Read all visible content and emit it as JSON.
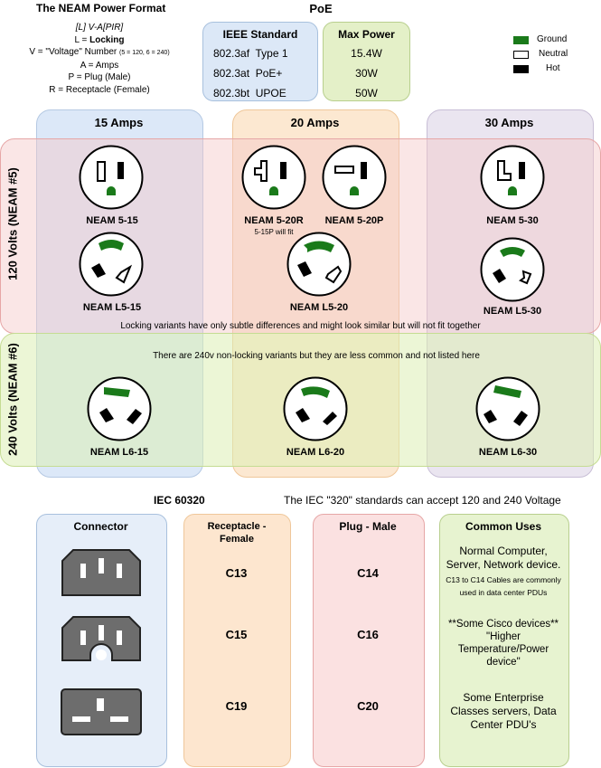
{
  "neam_format": {
    "title": "The NEAM Power Format",
    "format": "[L] V-A[PIR]",
    "l_prefix": "L = ",
    "l_word": "Locking",
    "v_line": "V = \"Voltage\" Number",
    "v_note": "(5 = 120, 6 = 240)",
    "a_line": "A = Amps",
    "p_line": "P = Plug (Male)",
    "r_line": "R = Receptacle (Female)"
  },
  "poe": {
    "title": "PoE",
    "standard_header": "IEEE Standard",
    "power_header": "Max Power",
    "rows": [
      {
        "code": "802.3af",
        "name": "Type 1",
        "power": "15.4W"
      },
      {
        "code": "802.3at",
        "name": "PoE+",
        "power": "30W"
      },
      {
        "code": "802.3bt",
        "name": "UPOE",
        "power": "50W"
      }
    ]
  },
  "legend": {
    "items": [
      {
        "label": "Ground",
        "color": "#1a7a1a"
      },
      {
        "label": "Neutral",
        "color": "#ffffff"
      },
      {
        "label": "Hot",
        "color": "#000000"
      }
    ]
  },
  "neam_grid": {
    "columns": [
      "15 Amps",
      "20 Amps",
      "30 Amps"
    ],
    "rows": [
      "120 Volts (NEAM #5)",
      "240 Volts (NEAM #6)"
    ],
    "outlets": {
      "n5_15": "NEAM 5-15",
      "n5_20r": "NEAM 5-20R",
      "n5_20r_note": "5-15P will fit",
      "n5_20p": "NEAM 5-20P",
      "n5_30": "NEAM 5-30",
      "l5_15": "NEAM L5-15",
      "l5_20": "NEAM L5-20",
      "l5_30": "NEAM L5-30",
      "l6_15": "NEAM L6-15",
      "l6_20": "NEAM L6-20",
      "l6_30": "NEAM L6-30"
    },
    "locking_note": "Locking variants have only subtle differences and might look similar but will not fit together",
    "nonlocking_note": "There are 240v non-locking variants but they are less common and not listed here"
  },
  "iec": {
    "title": "IEC 60320",
    "subtitle": "The IEC \"320\" standards  can accept 120 and 240 Voltage",
    "headers": {
      "connector": "Connector",
      "receptacle": "Receptacle - Female",
      "plug": "Plug - Male",
      "uses": "Common Uses"
    },
    "rows": [
      {
        "receptacle": "C13",
        "plug": "C14",
        "use": "Normal Computer,  Server, Network device.",
        "use_note": "C13 to C14 Cables are commonly used in data center PDUs"
      },
      {
        "receptacle": "C15",
        "plug": "C16",
        "use": "**Some Cisco devices** \"Higher Temperature/Power device\"",
        "use_note": ""
      },
      {
        "receptacle": "C19",
        "plug": "C20",
        "use": "Some Enterprise Classes servers, Data Center PDU's",
        "use_note": ""
      }
    ]
  },
  "colors": {
    "ground": "#1a7a1a",
    "col_15": "#dce8f7",
    "col_20": "#fbe3c9",
    "col_30": "#e7e1ee",
    "row_120": "#f7d3d3",
    "row_240": "#e4f0c8"
  }
}
